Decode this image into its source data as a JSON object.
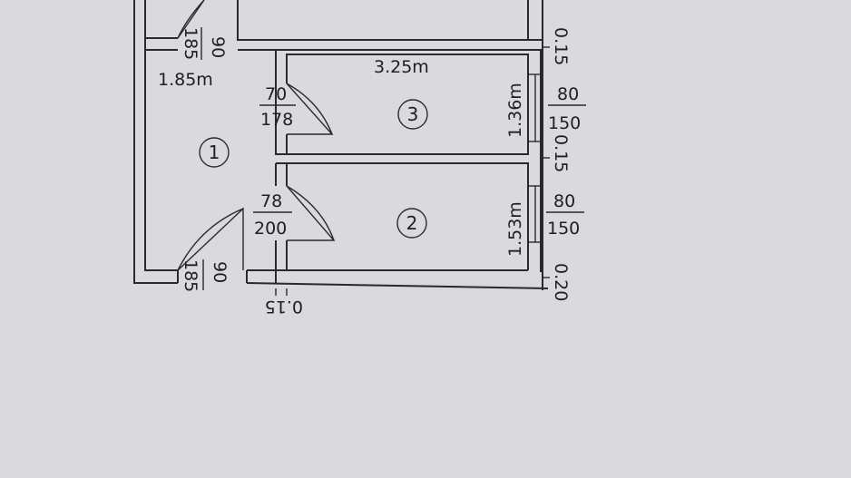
{
  "rooms": [
    {
      "number": "1"
    },
    {
      "number": "2"
    },
    {
      "number": "3"
    }
  ],
  "dimensions": {
    "room1_width": "1.85m",
    "room3_length": "3.25m",
    "room3_width": "1.36m",
    "room2_width": "1.53m",
    "wall_top_right": "0.15",
    "wall_mid_right": "0.15",
    "wall_bottom_right": "0.20",
    "wall_bottom": "0.15"
  },
  "doors": {
    "top_door": {
      "width": "90",
      "height": "185"
    },
    "room3_door": {
      "width": "70",
      "height": "178"
    },
    "room2_door": {
      "width": "78",
      "height": "200"
    },
    "bottom_door": {
      "width": "90",
      "height": "185"
    }
  },
  "windows": {
    "room3_window": {
      "width": "80",
      "height": "150"
    },
    "room2_window": {
      "width": "80",
      "height": "150"
    }
  }
}
